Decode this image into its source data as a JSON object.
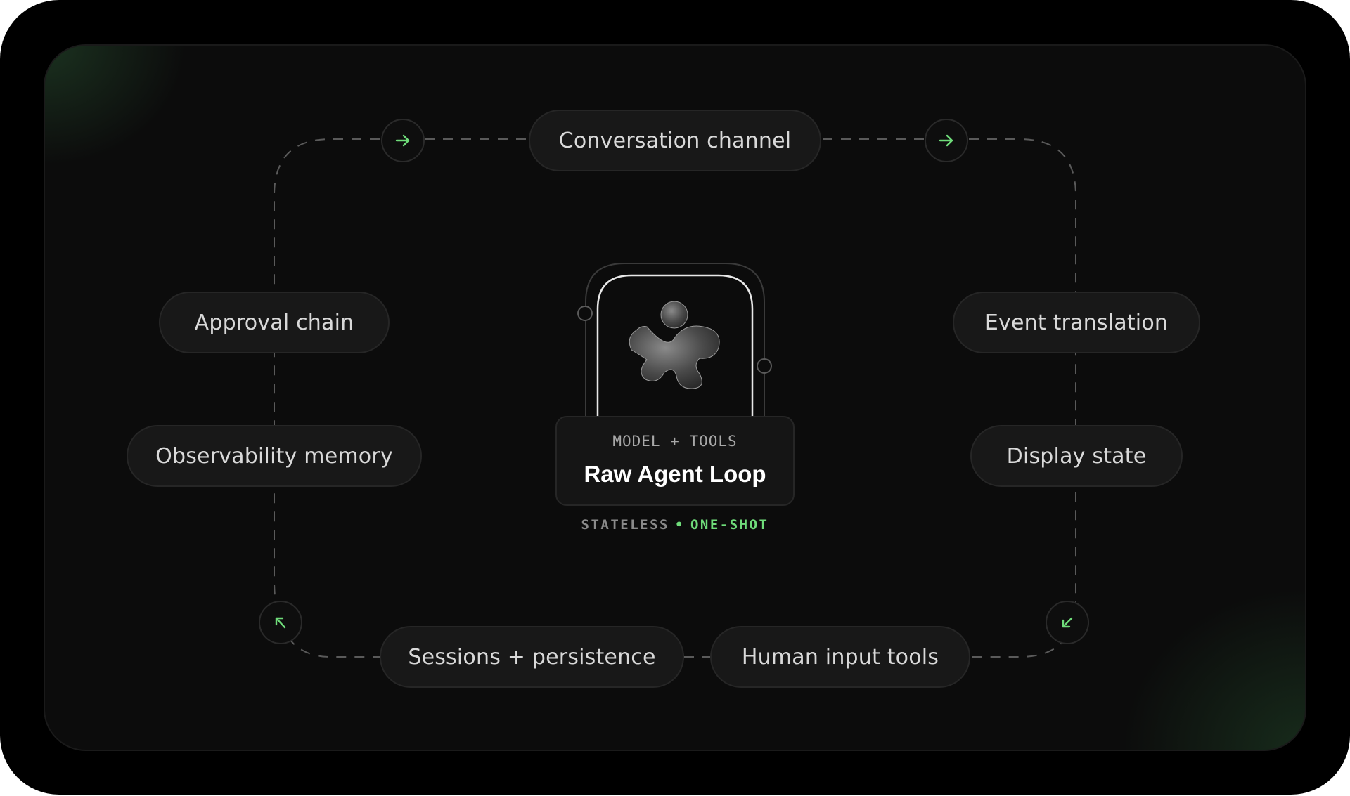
{
  "nodes": {
    "conversation_channel": "Conversation channel",
    "approval_chain": "Approval chain",
    "observability_memory": "Observability memory",
    "event_translation": "Event translation",
    "display_state": "Display state",
    "sessions_persistence": "Sessions + persistence",
    "human_input_tools": "Human input tools"
  },
  "center": {
    "subtitle": "MODEL + TOOLS",
    "title": "Raw Agent Loop",
    "tag_left": "STATELESS",
    "tag_sep": "•",
    "tag_right": "ONE-SHOT"
  },
  "colors": {
    "background": "#000000",
    "panel": "#0c0c0c",
    "pill": "#181818",
    "accent": "#6fdc7a",
    "dashed_line": "#5a5a5a"
  },
  "icons": {
    "arrow_top_left": "arrow-right-icon",
    "arrow_top_right": "arrow-right-icon",
    "arrow_bottom_left": "arrow-up-left-icon",
    "arrow_bottom_right": "arrow-down-left-icon",
    "center_logo": "agent-blob-logo"
  }
}
